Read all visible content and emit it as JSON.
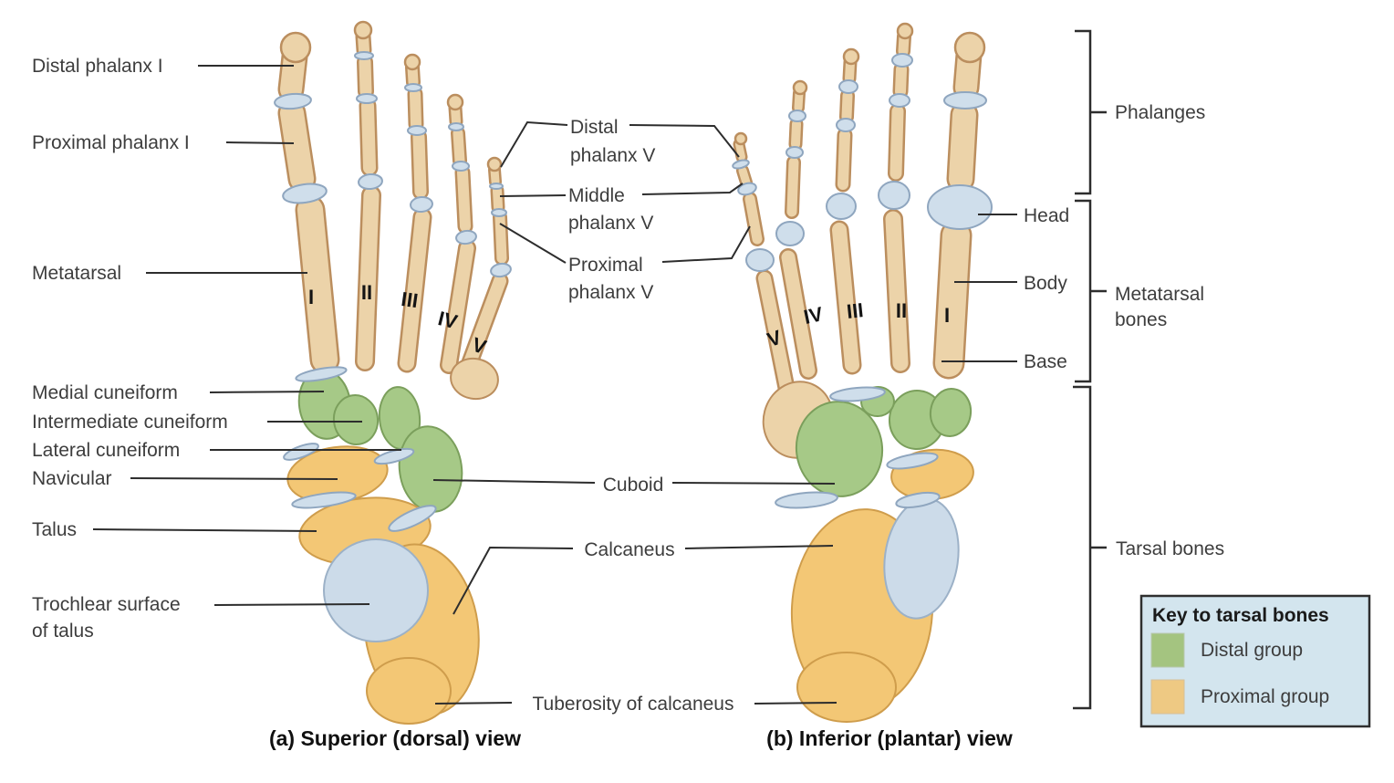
{
  "figure": {
    "labels": {
      "distal_phalanx_i": "Distal phalanx I",
      "proximal_phalanx_i": "Proximal phalanx I",
      "metatarsal": "Metatarsal",
      "medial_cuneiform": "Medial cuneiform",
      "intermediate_cuneiform": "Intermediate cuneiform",
      "lateral_cuneiform": "Lateral cuneiform",
      "navicular": "Navicular",
      "talus": "Talus",
      "trochlear_surface_line1": "Trochlear surface",
      "trochlear_surface_line2": "of talus",
      "distal_phalanx_v_line1": "Distal",
      "distal_phalanx_v_line2": "phalanx V",
      "middle_phalanx_v_line1": "Middle",
      "middle_phalanx_v_line2": "phalanx V",
      "proximal_phalanx_v_line1": "Proximal",
      "proximal_phalanx_v_line2": "phalanx V",
      "cuboid": "Cuboid",
      "calcaneus": "Calcaneus",
      "tuberosity_of_calcaneus": "Tuberosity of calcaneus",
      "head": "Head",
      "body": "Body",
      "base": "Base",
      "phalanges": "Phalanges",
      "metatarsal_bones_line1": "Metatarsal",
      "metatarsal_bones_line2": "bones",
      "tarsal_bones": "Tarsal bones"
    },
    "numerals": {
      "left_foot": [
        "I",
        "II",
        "III",
        "IV",
        "V"
      ],
      "right_foot": [
        "V",
        "IV",
        "III",
        "II",
        "I"
      ]
    },
    "captions": {
      "a": "(a) Superior (dorsal) view",
      "b": "(b) Inferior (plantar) view"
    },
    "legend": {
      "title": "Key to tarsal bones",
      "background": "#d3e5ee",
      "items": [
        {
          "label": "Distal group",
          "color": "#a4c480"
        },
        {
          "label": "Proximal group",
          "color": "#eec983"
        }
      ]
    },
    "colors": {
      "bone": "#ecd3a9",
      "bone_outline": "#bb8e5e",
      "joint": "#cfdeeb",
      "joint_outline": "#8fa6bf",
      "distal_group": "#a6c987",
      "distal_group_outline": "#7b9f5c",
      "proximal_group": "#f3c775",
      "proximal_group_outline": "#cf9d4c",
      "articular_blue": "#ccdbe9",
      "articular_blue_outline": "#9cb1c7"
    }
  }
}
